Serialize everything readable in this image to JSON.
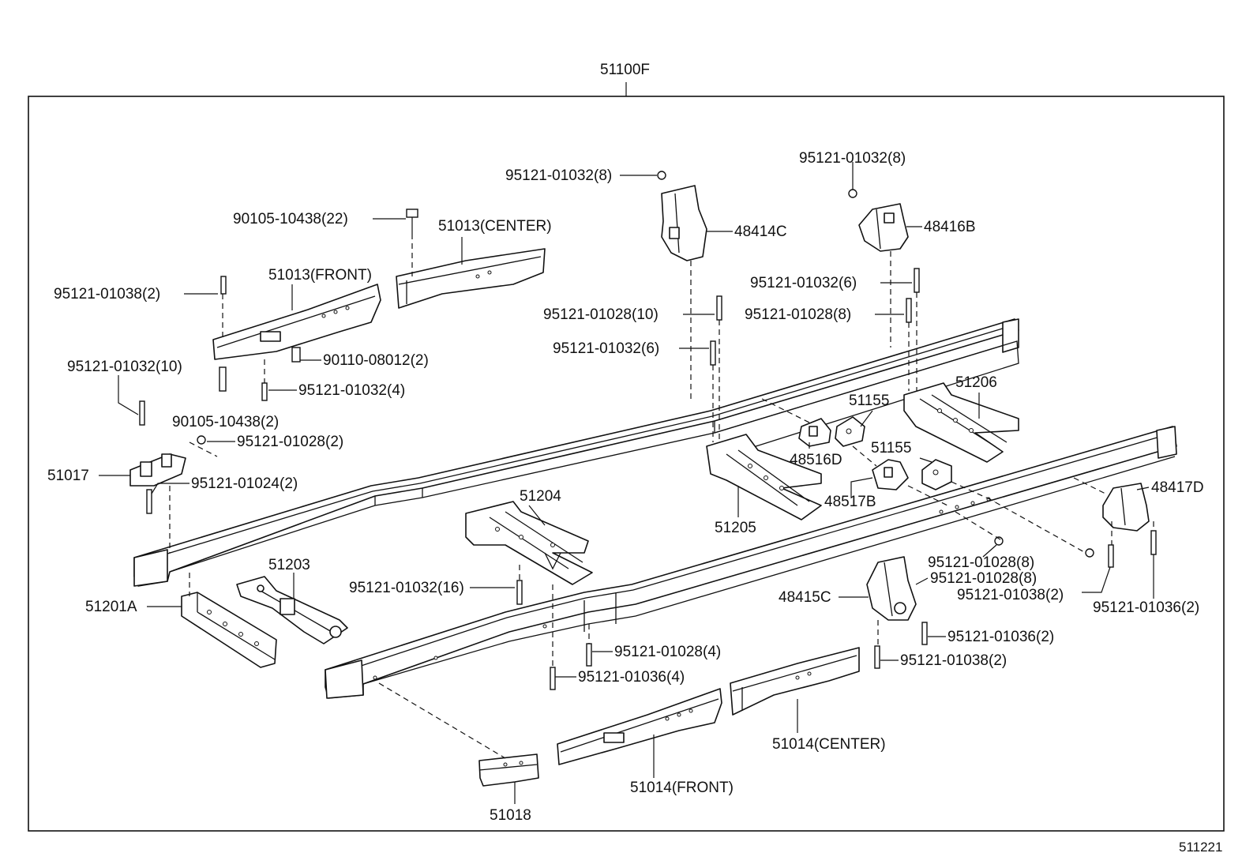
{
  "diagram_id": "511221",
  "labels": {
    "frame_assy": "51100F",
    "rivet_95121_01032_8_a": "95121-01032(8)",
    "rivet_95121_01032_8_b": "95121-01032(8)",
    "bracket_48414C": "48414C",
    "bracket_48416B": "48416B",
    "bolt_90105_10438_22": "90105-10438(22)",
    "rail_51013_center": "51013(CENTER)",
    "rail_51013_front": "51013(FRONT)",
    "rivet_95121_01038_2_a": "95121-01038(2)",
    "rivet_95121_01032_6_a": "95121-01032(6)",
    "rivet_95121_01028_10": "95121-01028(10)",
    "rivet_95121_01028_8_a": "95121-01028(8)",
    "rivet_95121_01032_6_b": "95121-01032(6)",
    "bolt_90110_08012_2": "90110-08012(2)",
    "rivet_95121_01032_10": "95121-01032(10)",
    "rivet_95121_01032_4": "95121-01032(4)",
    "bolt_90105_10438_2": "90105-10438(2)",
    "rivet_95121_01028_2": "95121-01028(2)",
    "bracket_51017": "51017",
    "rivet_95121_01024_2": "95121-01024(2)",
    "bracket_51155_a": "51155",
    "crossmember_51206": "51206",
    "bracket_48516D": "48516D",
    "bracket_51155_b": "51155",
    "bracket_48417D": "48417D",
    "crossmember_51204": "51204",
    "bracket_48517B": "48517B",
    "crossmember_51205": "51205",
    "crossmember_51203": "51203",
    "rivet_95121_01032_16": "95121-01032(16)",
    "crossmember_51201A": "51201A",
    "rivet_95121_01028_8_b": "95121-01028(8)",
    "rivet_95121_01028_8_c": "95121-01028(8)",
    "bracket_48415C": "48415C",
    "rivet_95121_01038_2_b": "95121-01038(2)",
    "rivet_95121_01036_2_a": "95121-01036(2)",
    "rivet_95121_01036_2_b": "95121-01036(2)",
    "rivet_95121_01038_2_c": "95121-01038(2)",
    "rivet_95121_01028_4": "95121-01028(4)",
    "rivet_95121_01036_4": "95121-01036(4)",
    "rail_51014_center": "51014(CENTER)",
    "rail_51014_front": "51014(FRONT)",
    "bracket_51018": "51018"
  }
}
